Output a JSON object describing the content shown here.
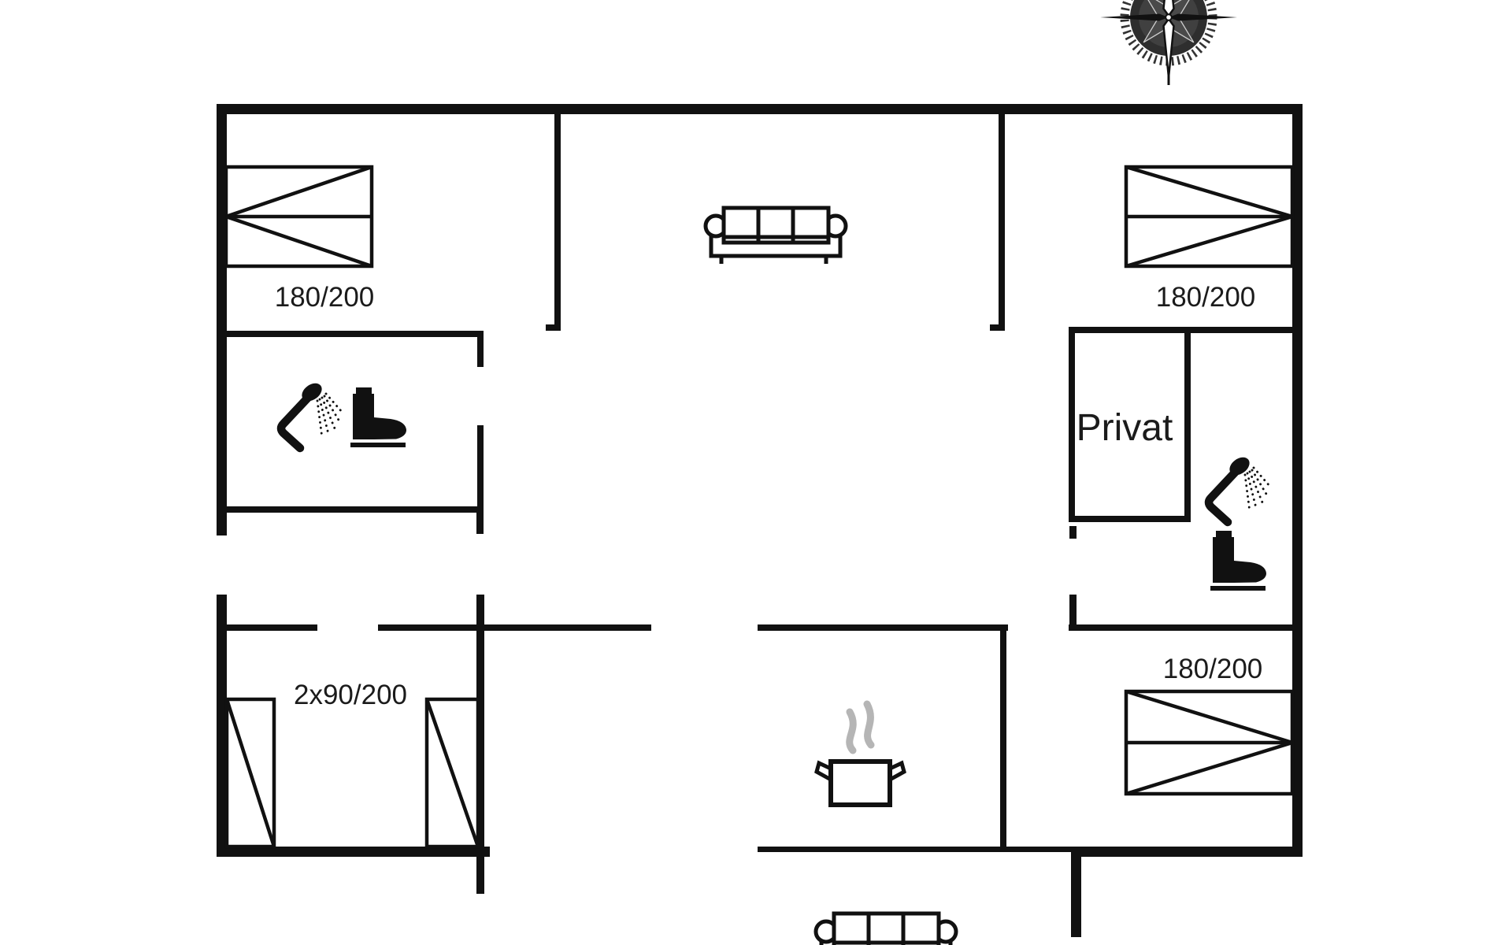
{
  "floorplan": {
    "background": "#ffffff",
    "line_color": "#111111",
    "steam_color": "#b5b5b5",
    "labels": {
      "bed_top_left": "180/200",
      "bed_top_right": "180/200",
      "bed_bottom_right": "180/200",
      "beds_bottom_left": "2x90/200",
      "private_room": "Privat"
    }
  }
}
